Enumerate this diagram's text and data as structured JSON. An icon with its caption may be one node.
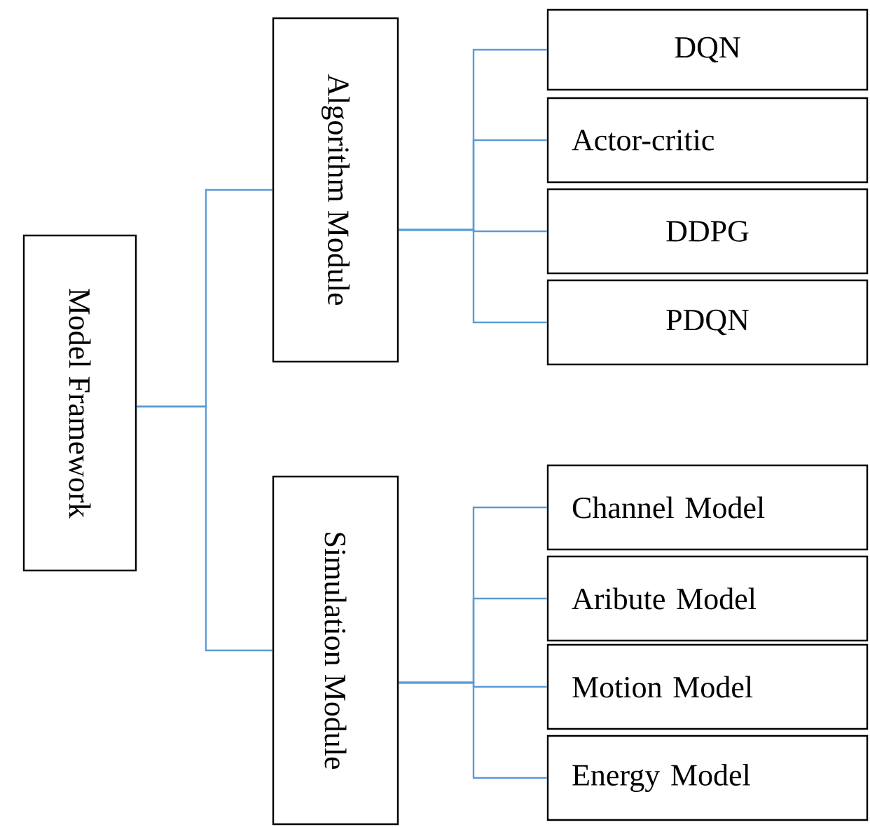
{
  "diagram": {
    "nodes": [
      {
        "text": [
          "Model Framework"
        ]
      },
      {
        "text": [
          "Algorithm Module"
        ]
      },
      {
        "text": [
          "DQN"
        ]
      },
      {
        "text": [
          "Actor-critic"
        ]
      },
      {
        "text": [
          "DDPG"
        ]
      },
      {
        "text": [
          "PDQN"
        ]
      },
      {
        "text": [
          "Simulation Module"
        ]
      },
      {
        "text": [
          "Channel Model"
        ]
      },
      {
        "text": [
          "Aribute Model"
        ]
      },
      {
        "text": [
          "Motion Model"
        ]
      },
      {
        "text": [
          "Energy Model"
        ]
      }
    ],
    "edges": [
      {
        "from": 0,
        "to": 1,
        "arrow": "none"
      },
      {
        "from": 0,
        "to": 6,
        "arrow": "none"
      },
      {
        "from": 1,
        "to": 2,
        "arrow": "none"
      },
      {
        "from": 1,
        "to": 3,
        "arrow": "none"
      },
      {
        "from": 1,
        "to": 4,
        "arrow": "none"
      },
      {
        "from": 1,
        "to": 5,
        "arrow": "none"
      },
      {
        "from": 6,
        "to": 7,
        "arrow": "none"
      },
      {
        "from": 6,
        "to": 8,
        "arrow": "none"
      },
      {
        "from": 6,
        "to": 9,
        "arrow": "none"
      },
      {
        "from": 6,
        "to": 10,
        "arrow": "none"
      }
    ]
  }
}
